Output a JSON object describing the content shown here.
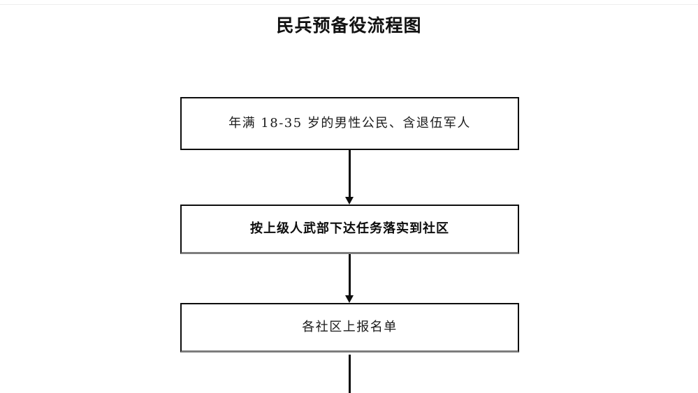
{
  "document": {
    "title": "民兵预备役流程图"
  },
  "flowchart": {
    "type": "flowchart",
    "orientation": "top-to-bottom",
    "background_color": "#ffffff",
    "box_border_color": "#0d0d0d",
    "soft_border_color": "#7d7d7d",
    "connector_color": "#0d0d0d",
    "nodes": [
      {
        "id": "node-1",
        "label": "年满 18-35 岁的男性公民、含退伍军人",
        "emphasis": false
      },
      {
        "id": "node-2",
        "label": "按上级人武部下达任务落实到社区",
        "emphasis": true
      },
      {
        "id": "node-3",
        "label": "各社区上报名单",
        "emphasis": false
      }
    ],
    "connectors": [
      {
        "id": "connector-1",
        "from": "node-1",
        "to": "node-2",
        "arrow": "down"
      },
      {
        "id": "connector-2",
        "from": "node-2",
        "to": "node-3",
        "arrow": "down"
      },
      {
        "id": "connector-3",
        "from": "node-3",
        "to": "",
        "arrow": "none"
      }
    ]
  }
}
